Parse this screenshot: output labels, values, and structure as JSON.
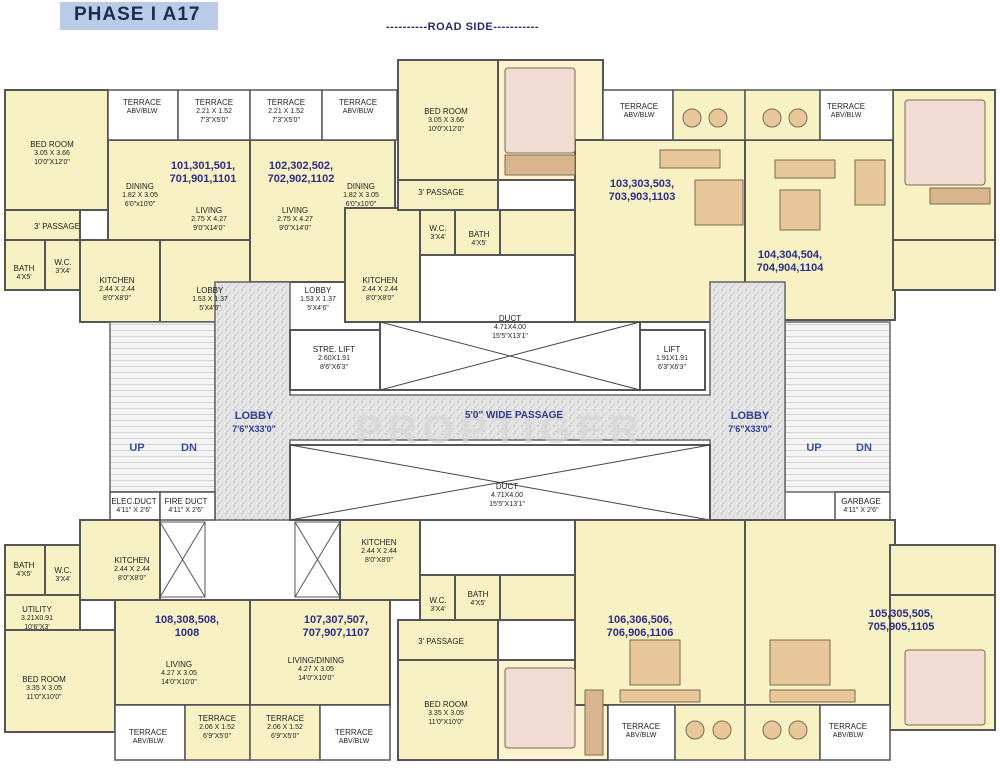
{
  "title": "PHASE I  A17",
  "road": "----------ROAD SIDE-----------",
  "watermark": "PROPTIGER",
  "passage_label": "5'0\" WIDE PASSAGE",
  "lobbies": [
    {
      "name": "LOBBY",
      "dim": "7'6\"X33'0\""
    },
    {
      "name": "LOBBY",
      "dim": "7'6\"X33'0\""
    }
  ],
  "stairs": {
    "up": "UP",
    "dn": "DN"
  },
  "flats": {
    "f101": [
      "101,301,501,",
      "701,901,1101"
    ],
    "f102": [
      "102,302,502,",
      "702,902,1102"
    ],
    "f103": [
      "103,303,503,",
      "703,903,1103"
    ],
    "f104": [
      "104,304,504,",
      "704,904,1104"
    ],
    "f105": [
      "105,305,505,",
      "705,905,1105"
    ],
    "f106": [
      "106,306,506,",
      "706,906,1106"
    ],
    "f107": [
      "107,307,507,",
      "707,907,1107"
    ],
    "f108": [
      "108,308,508,",
      "1008"
    ]
  },
  "rooms": {
    "terrace_abv_1": {
      "name": "TERRACE",
      "dim": "ABV/BLW"
    },
    "terrace_1": {
      "name": "TERRACE",
      "dim": "2.21 X 1.52",
      "imp": "7'3\"X5'0\""
    },
    "terrace_2": {
      "name": "TERRACE",
      "dim": "2.21 X 1.52",
      "imp": "7'3\"X5'0\""
    },
    "terrace_abv_2": {
      "name": "TERRACE",
      "dim": "ABV/BLW"
    },
    "terrace_abv_3": {
      "name": "TERRACE",
      "dim": "ABV/BLW"
    },
    "terrace_abv_4": {
      "name": "TERRACE",
      "dim": "ABV/BLW"
    },
    "bed_tl": {
      "name": "BED ROOM",
      "dim": "3.05 X 3.66",
      "imp": "10'0\"X12'0\""
    },
    "dining_1": {
      "name": "DINING",
      "dim": "1.82 X 3.05",
      "imp": "6'0\"x10'0\""
    },
    "living_1": {
      "name": "LIVING",
      "dim": "2.75 X 4.27",
      "imp": "9'0\"X14'0\""
    },
    "living_2": {
      "name": "LIVING",
      "dim": "2.75 X 4.27",
      "imp": "9'0\"X14'0\""
    },
    "dining_2": {
      "name": "DINING",
      "dim": "1.82 X 3.05",
      "imp": "6'0\"x10'0\""
    },
    "bed_tc": {
      "name": "BED ROOM",
      "dim": "3.05 X 3.66",
      "imp": "10'0\"X12'0\""
    },
    "passage_t": {
      "name": "3' PASSAGE"
    },
    "passage_tl": {
      "name": "3' PASSAGE"
    },
    "bath_tl": {
      "name": "BATH",
      "dim": "4'X5'"
    },
    "wc_tl": {
      "name": "W.C.",
      "dim": "3'X4'"
    },
    "kitchen_1": {
      "name": "KITCHEN",
      "dim": "2.44 X 2.44",
      "imp": "8'0\"X8'0\""
    },
    "lobby_1": {
      "name": "LOBBY",
      "dim": "1.53 X 1.37",
      "imp": "5'X4'6\""
    },
    "lobby_2": {
      "name": "LOBBY",
      "dim": "1.53 X 1.37",
      "imp": "5'X4'6\""
    },
    "kitchen_2": {
      "name": "KITCHEN",
      "dim": "2.44 X 2.44",
      "imp": "8'0\"X8'0\""
    },
    "wc_t": {
      "name": "W.C.",
      "dim": "3'X4'"
    },
    "bath_t": {
      "name": "BATH",
      "dim": "4'X5'"
    },
    "duct_t": {
      "name": "DUCT",
      "dim": "4.71X4.00",
      "imp": "15'5\"X13'1\""
    },
    "stre_lift": {
      "name": "STRE. LIFT",
      "dim": "2.60X1.91",
      "imp": "8'6\"X6'3\""
    },
    "lift": {
      "name": "LIFT",
      "dim": "1.91X1.91",
      "imp": "6'3\"X6'3\""
    },
    "duct_b": {
      "name": "DUCT",
      "dim": "4.71X4.00",
      "imp": "15'5\"X13'1\""
    },
    "elec_duct": {
      "name": "ELEC.DUCT",
      "dim": "4'11\" X 2'6\""
    },
    "fire_duct": {
      "name": "FIRE DUCT",
      "dim": "4'11\" X 2'6\""
    },
    "garbage": {
      "name": "GARBAGE",
      "dim": "4'11\" X 2'6\""
    },
    "bath_bl": {
      "name": "BATH",
      "dim": "4'X5'"
    },
    "wc_bl": {
      "name": "W.C.",
      "dim": "3'X4'"
    },
    "kitchen_3": {
      "name": "KITCHEN",
      "dim": "2.44 X 2.44",
      "imp": "8'0\"X8'0\""
    },
    "utility": {
      "name": "UTILITY",
      "dim": "3.21X0.91",
      "imp": "10'6\"X3'"
    },
    "kitchen_4": {
      "name": "KITCHEN",
      "dim": "2.44 X 2.44",
      "imp": "8'0\"X8'0\""
    },
    "wc_b": {
      "name": "W.C.",
      "dim": "3'X4'"
    },
    "bath_b": {
      "name": "BATH",
      "dim": "4'X5'"
    },
    "passage_b": {
      "name": "3' PASSAGE"
    },
    "bed_bl": {
      "name": "BED ROOM",
      "dim": "3.35 X 3.05",
      "imp": "11'0\"X10'0\""
    },
    "living_3": {
      "name": "LIVING",
      "dim": "4.27 X 3.05",
      "imp": "14'0\"X10'0\""
    },
    "living_dining": {
      "name": "LIVING/DINING",
      "dim": "4.27 X 3.05",
      "imp": "14'0\"X10'0\""
    },
    "bed_bc": {
      "name": "BED ROOM",
      "dim": "3.35 X 3.05",
      "imp": "11'0\"X10'0\""
    },
    "terrace_abv_5": {
      "name": "TERRACE",
      "dim": "ABV/BLW"
    },
    "terrace_3": {
      "name": "TERRACE",
      "dim": "2.06 X 1.52",
      "imp": "6'9\"X5'0\""
    },
    "terrace_4": {
      "name": "TERRACE",
      "dim": "2.06 X 1.52",
      "imp": "6'9\"X5'0\""
    },
    "terrace_abv_6": {
      "name": "TERRACE",
      "dim": "ABV/BLW"
    },
    "terrace_abv_7": {
      "name": "TERRACE",
      "dim": "ABV/BLW"
    },
    "terrace_abv_8": {
      "name": "TERRACE",
      "dim": "ABV/BLW"
    }
  },
  "colors": {
    "room_fill": "#f8f1c4",
    "wall": "#555555",
    "lobby_fill": "#e6e6e6",
    "flat_text": "#2b2f86",
    "furniture": "#e8c89a"
  }
}
